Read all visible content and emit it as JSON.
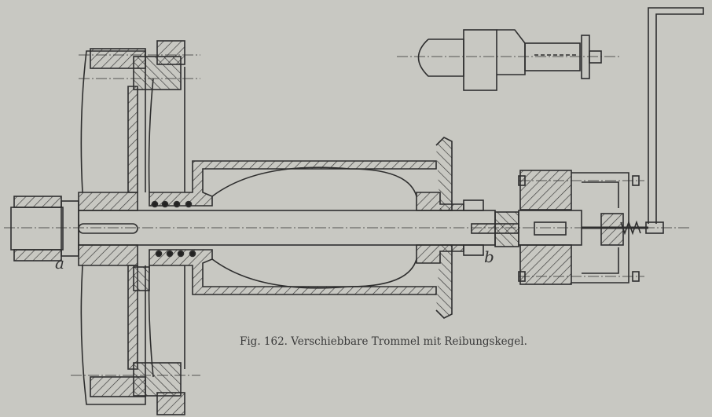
{
  "figure": {
    "caption": "Fig. 162.  Verschiebbare Trommel mit Reibungskegel.",
    "labels": {
      "a": "a",
      "b": "b"
    },
    "colors": {
      "paper": "#c8c8c2",
      "ink": "#2e2e2e"
    }
  }
}
